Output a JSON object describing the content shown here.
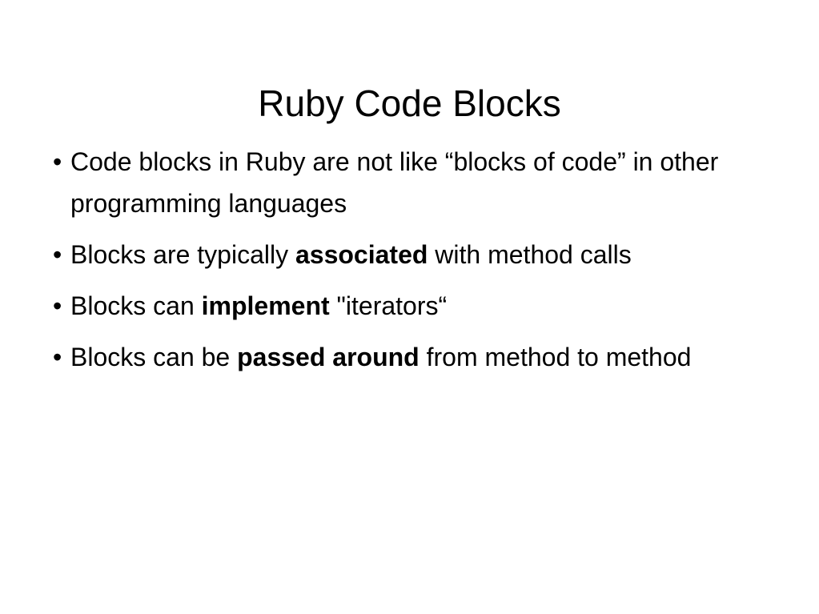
{
  "slide": {
    "title": "Ruby Code Blocks",
    "bullet_glyph": "•",
    "bullets": [
      {
        "before": "Code blocks in Ruby are not like “blocks of code” in other programming languages",
        "bold": "",
        "after": ""
      },
      {
        "before": "Blocks are typically ",
        "bold": "associated",
        "after": " with method calls"
      },
      {
        "before": "Blocks can ",
        "bold": "implement",
        "after": " \"iterators“"
      },
      {
        "before": "Blocks can be ",
        "bold": "passed around",
        "after": " from method to method"
      }
    ]
  },
  "colors": {
    "background": "#ffffff",
    "text": "#000000"
  }
}
